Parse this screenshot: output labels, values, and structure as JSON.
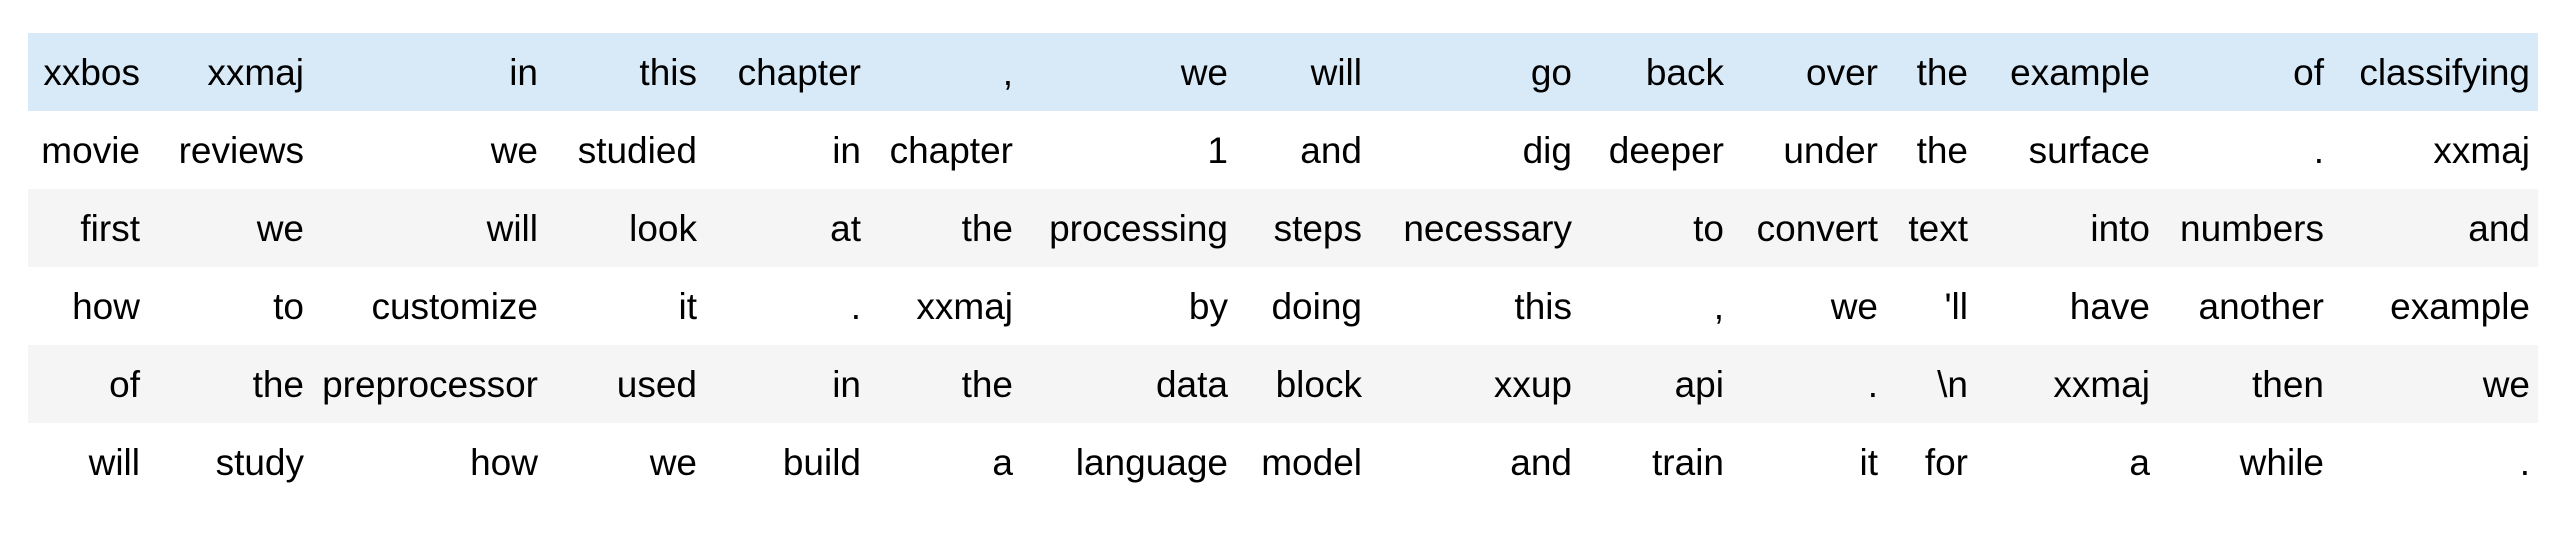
{
  "table": {
    "description": "tokenized-text-output",
    "colors": {
      "highlight_row_bg": "#d8eaf8",
      "stripe_row_bg": "#f5f5f5",
      "plain_row_bg": "#ffffff",
      "text": "#000000"
    },
    "rows": [
      {
        "state": "highlighted",
        "tokens": [
          "xxbos",
          "xxmaj",
          "in",
          "this",
          "chapter",
          ",",
          "we",
          "will",
          "go",
          "back",
          "over",
          "the",
          "example",
          "of",
          "classifying"
        ]
      },
      {
        "state": "plain",
        "tokens": [
          "movie",
          "reviews",
          "we",
          "studied",
          "in",
          "chapter",
          "1",
          "and",
          "dig",
          "deeper",
          "under",
          "the",
          "surface",
          ".",
          "xxmaj"
        ]
      },
      {
        "state": "striped",
        "tokens": [
          "first",
          "we",
          "will",
          "look",
          "at",
          "the",
          "processing",
          "steps",
          "necessary",
          "to",
          "convert",
          "text",
          "into",
          "numbers",
          "and"
        ]
      },
      {
        "state": "plain",
        "tokens": [
          "how",
          "to",
          "customize",
          "it",
          ".",
          "xxmaj",
          "by",
          "doing",
          "this",
          ",",
          "we",
          "'ll",
          "have",
          "another",
          "example"
        ]
      },
      {
        "state": "striped",
        "tokens": [
          "of",
          "the",
          "preprocessor",
          "used",
          "in",
          "the",
          "data",
          "block",
          "xxup",
          "api",
          ".",
          "\\n",
          "xxmaj",
          "then",
          "we"
        ]
      },
      {
        "state": "plain",
        "tokens": [
          "will",
          "study",
          "how",
          "we",
          "build",
          "a",
          "language",
          "model",
          "and",
          "train",
          "it",
          "for",
          "a",
          "while",
          "."
        ]
      }
    ]
  }
}
